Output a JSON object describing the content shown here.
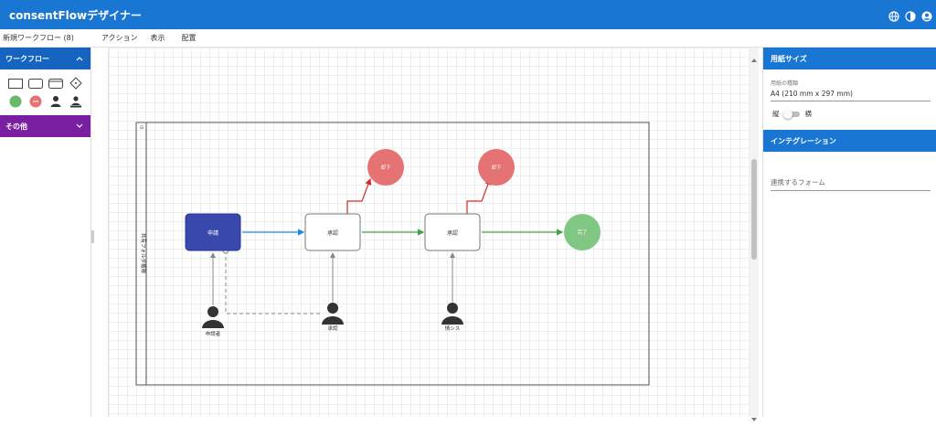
{
  "app": {
    "title": "consentFlowデザイナー"
  },
  "header_icons": [
    "globe-icon",
    "contrast-icon",
    "account-icon"
  ],
  "menu": {
    "workflow_name": "新規ワークフロー (8)",
    "items": [
      "アクション",
      "表示",
      "配置"
    ]
  },
  "left_panel": {
    "workflow_section": "ワークフロー",
    "other_section": "その他",
    "shapes": [
      "rectangle-shape",
      "rounded-rectangle-shape",
      "card-shape",
      "diamond-shape",
      "green-circle-shape",
      "red-circle-shape",
      "person-shape",
      "person-stamp-shape"
    ]
  },
  "diagram": {
    "lane_label": "共有フォルダ権限",
    "nodes": {
      "request": "申請",
      "approve1": "承認",
      "approve2": "承認",
      "reject1": "却下",
      "reject2": "却下",
      "done": "完了"
    },
    "actors": {
      "applicant": "申請者",
      "approver": "承認",
      "system": "情シス"
    }
  },
  "right_panel": {
    "paper_size": {
      "title": "用紙サイズ",
      "label": "用紙の種類",
      "value": "A4 (210 mm x 297 mm)",
      "portrait": "縦",
      "landscape": "横"
    },
    "integration": {
      "title": "インテグレーション",
      "placeholder": "連携するフォーム"
    }
  },
  "colors": {
    "appbar": "#1976d2",
    "request_node": "#3949ab",
    "reject_node": "#e57373",
    "done_node": "#81c784",
    "blue_arrow": "#1e88e5",
    "green_arrow": "#43a047",
    "red_arrow": "#d32f2f"
  }
}
